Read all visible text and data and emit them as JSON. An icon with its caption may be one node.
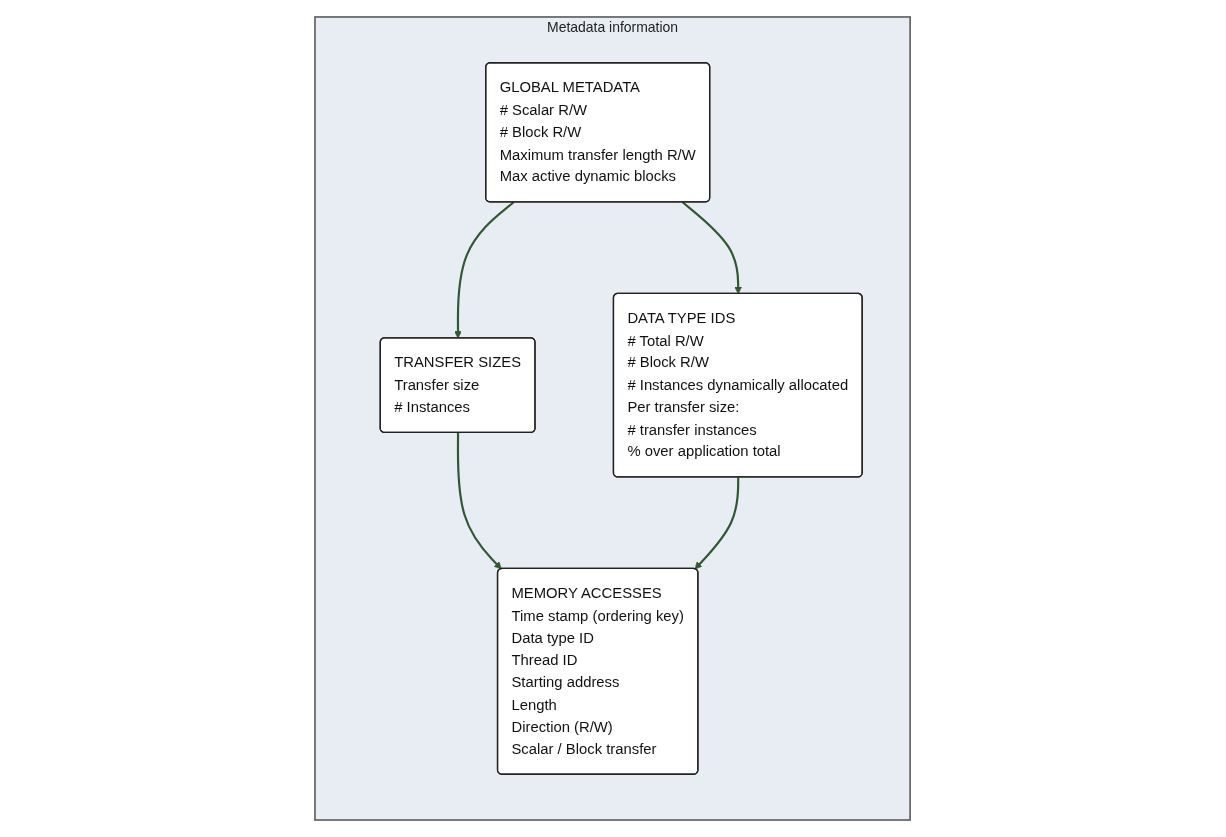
{
  "diagram": {
    "nodes": [
      {
        "text": [
          "Metadata information"
        ]
      },
      {
        "text": [
          "GLOBAL METADATA",
          "# Scalar R/W",
          "# Block R/W",
          "Maximum transfer length R/W",
          "Max active dynamic blocks"
        ],
        "in": 0
      },
      {
        "text": [
          "TRANSFER SIZES",
          "Transfer size",
          "# Instances"
        ],
        "in": 0
      },
      {
        "text": [
          "DATA TYPE IDS",
          "# Total R/W",
          "# Block R/W",
          "# Instances dynamically allocated",
          "Per transfer size:",
          "# transfer instances",
          "% over application total"
        ],
        "in": 0
      },
      {
        "text": [
          "MEMORY ACCESSES",
          "Time stamp (ordering key)",
          "Data type ID",
          "Thread ID",
          "Starting address",
          "Length",
          "Direction (R/W)",
          "Scalar / Block transfer"
        ],
        "in": 0
      }
    ],
    "edges": [
      {
        "from": 1,
        "to": 2,
        "arrow": "to"
      },
      {
        "from": 1,
        "to": 3,
        "arrow": "to"
      },
      {
        "from": 2,
        "to": 4,
        "arrow": "to"
      },
      {
        "from": 3,
        "to": 4,
        "arrow": "to"
      }
    ]
  }
}
